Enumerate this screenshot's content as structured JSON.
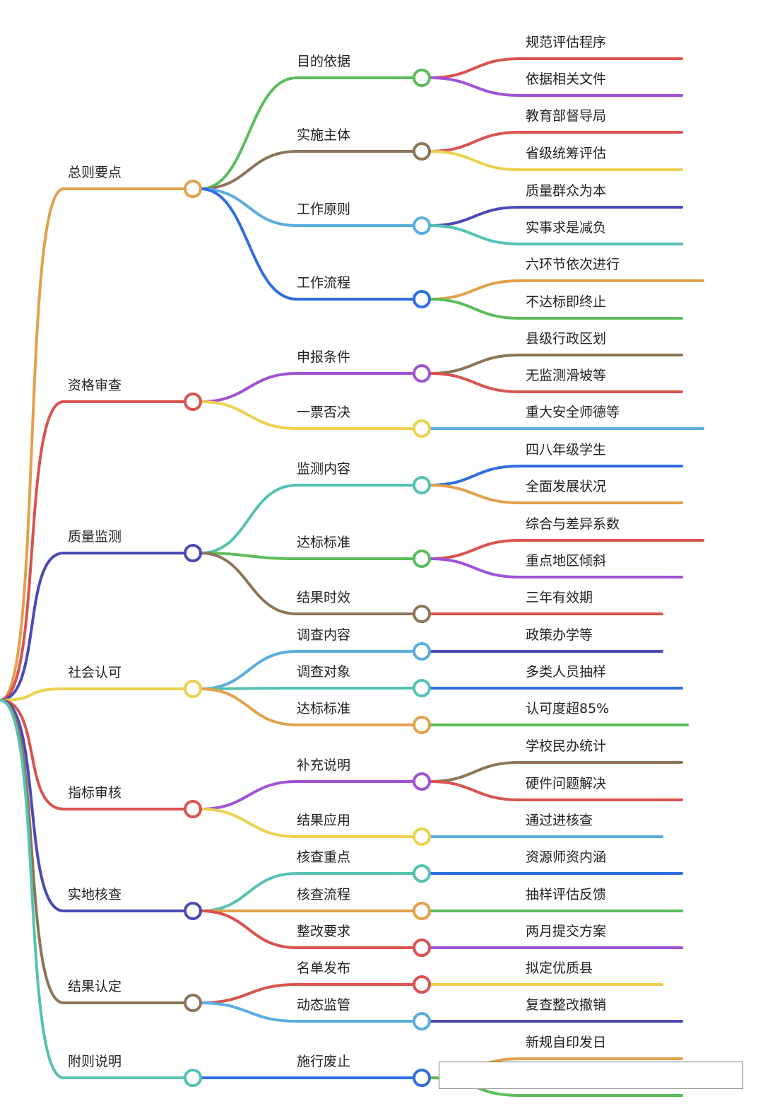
{
  "colors": {
    "orange": "#e3a04a",
    "red": "#d9534f",
    "indigo": "#4a4ab5",
    "yellow": "#ecd14e",
    "brown": "#8c7558",
    "teal": "#55c2b2",
    "green": "#5bbd5b",
    "lightblue": "#5aaede",
    "blue": "#2f6ee0",
    "purple": "#a052d4"
  },
  "branches": [
    {
      "label": "总则要点",
      "color": "orange",
      "children": [
        {
          "label": "目的依据",
          "color": "green",
          "leaves": [
            {
              "label": "规范评估程序",
              "color": "red"
            },
            {
              "label": "依据相关文件",
              "color": "purple"
            }
          ]
        },
        {
          "label": "实施主体",
          "color": "brown",
          "leaves": [
            {
              "label": "教育部督导局",
              "color": "red"
            },
            {
              "label": "省级统筹评估",
              "color": "yellow"
            }
          ]
        },
        {
          "label": "工作原则",
          "color": "lightblue",
          "leaves": [
            {
              "label": "质量群众为本",
              "color": "indigo"
            },
            {
              "label": "实事求是减负",
              "color": "teal"
            }
          ]
        },
        {
          "label": "工作流程",
          "color": "blue",
          "leaves": [
            {
              "label": "六环节依次进行",
              "color": "orange"
            },
            {
              "label": "不达标即终止",
              "color": "green"
            }
          ]
        }
      ]
    },
    {
      "label": "资格审查",
      "color": "red",
      "children": [
        {
          "label": "申报条件",
          "color": "purple",
          "leaves": [
            {
              "label": "县级行政区划",
              "color": "brown"
            },
            {
              "label": "无监测滑坡等",
              "color": "red"
            }
          ]
        },
        {
          "label": "一票否决",
          "color": "yellow",
          "leaves": [
            {
              "label": "重大安全师德等",
              "color": "lightblue"
            }
          ]
        }
      ]
    },
    {
      "label": "质量监测",
      "color": "indigo",
      "children": [
        {
          "label": "监测内容",
          "color": "teal",
          "leaves": [
            {
              "label": "四八年级学生",
              "color": "blue"
            },
            {
              "label": "全面发展状况",
              "color": "orange"
            }
          ]
        },
        {
          "label": "达标标准",
          "color": "green",
          "leaves": [
            {
              "label": "综合与差异系数",
              "color": "red"
            },
            {
              "label": "重点地区倾斜",
              "color": "purple"
            }
          ]
        },
        {
          "label": "结果时效",
          "color": "brown",
          "leaves": [
            {
              "label": "三年有效期",
              "color": "red"
            }
          ]
        }
      ]
    },
    {
      "label": "社会认可",
      "color": "yellow",
      "children": [
        {
          "label": "调查内容",
          "color": "lightblue",
          "leaves": [
            {
              "label": "政策办学等",
              "color": "indigo"
            }
          ]
        },
        {
          "label": "调查对象",
          "color": "teal",
          "leaves": [
            {
              "label": "多类人员抽样",
              "color": "blue"
            }
          ]
        },
        {
          "label": "达标标准",
          "color": "orange",
          "leaves": [
            {
              "label": "认可度超85%",
              "color": "green"
            }
          ]
        }
      ]
    },
    {
      "label": "指标审核",
      "color": "red",
      "children": [
        {
          "label": "补充说明",
          "color": "purple",
          "leaves": [
            {
              "label": "学校民办统计",
              "color": "brown"
            },
            {
              "label": "硬件问题解决",
              "color": "red"
            }
          ]
        },
        {
          "label": "结果应用",
          "color": "yellow",
          "leaves": [
            {
              "label": "通过进核查",
              "color": "lightblue"
            }
          ]
        }
      ]
    },
    {
      "label": "实地核查",
      "color": "indigo",
      "children": [
        {
          "label": "核查重点",
          "color": "teal",
          "leaves": [
            {
              "label": "资源师资内涵",
              "color": "blue"
            }
          ]
        },
        {
          "label": "核查流程",
          "color": "orange",
          "leaves": [
            {
              "label": "抽样评估反馈",
              "color": "green"
            }
          ]
        },
        {
          "label": "整改要求",
          "color": "red",
          "leaves": [
            {
              "label": "两月提交方案",
              "color": "purple"
            }
          ]
        }
      ]
    },
    {
      "label": "结果认定",
      "color": "brown",
      "children": [
        {
          "label": "名单发布",
          "color": "red",
          "leaves": [
            {
              "label": "拟定优质县",
              "color": "yellow"
            }
          ]
        },
        {
          "label": "动态监管",
          "color": "lightblue",
          "leaves": [
            {
              "label": "复查整改撤销",
              "color": "indigo"
            }
          ]
        }
      ]
    },
    {
      "label": "附则说明",
      "color": "teal",
      "children": [
        {
          "label": "施行废止",
          "color": "blue",
          "leaves": [
            {
              "label": "新规自印发日",
              "color": "orange"
            },
            {
              "label": "",
              "color": "green"
            }
          ]
        }
      ]
    }
  ]
}
